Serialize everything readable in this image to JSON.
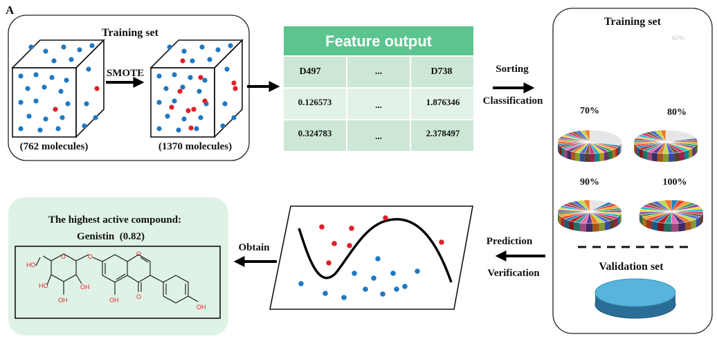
{
  "panel_label": "A",
  "training_box": {
    "title": "Training set",
    "smote_label": "SMOTE",
    "before_count": "(762 molecules)",
    "after_count": "(1370 molecules)"
  },
  "feature_table": {
    "title": "Feature output",
    "header": [
      "D497",
      "...",
      "D738"
    ],
    "rows": [
      [
        "0.126573",
        "...",
        "1.876346"
      ],
      [
        "0.324783",
        "...",
        "2.378497"
      ]
    ]
  },
  "arrow_labels": {
    "sorting": "Sorting",
    "classification": "Classification",
    "prediction": "Prediction",
    "verification": "Verification",
    "obtain": "Obtain"
  },
  "training_panel": {
    "title": "Training set",
    "faded_text": "60%",
    "pies": [
      {
        "label": "70%",
        "fraction": 0.7
      },
      {
        "label": "80%",
        "fraction": 0.8
      },
      {
        "label": "90%",
        "fraction": 0.9
      },
      {
        "label": "100%",
        "fraction": 1.0
      }
    ],
    "validation_label": "Validation set"
  },
  "compound": {
    "title": "The highest active compound:",
    "name": "Genistin  (0.82)",
    "atoms": {
      "ho": "HO",
      "o": "O",
      "oh": "OH"
    }
  },
  "colors": {
    "table_header": "#5cc48f",
    "table_cell_dark": "#cde7d5",
    "table_cell_light": "#e3f2e7",
    "compound_bg": "#dff2e6",
    "blue_dot": "#1f78c1",
    "red_dot": "#e0202a",
    "validation": "#56b4dd",
    "atom_red": "#e0202a"
  },
  "pie_palette": [
    "#2a7fb8",
    "#e8442e",
    "#f4a12b",
    "#3aa35a",
    "#8e44ad",
    "#f0d43a",
    "#1fb5c9",
    "#d6336c",
    "#7d5a3c",
    "#4b6ad6",
    "#c0d94a",
    "#ef7a2a",
    "#5c3a93",
    "#e06bb4",
    "#2f9e8f",
    "#b22222"
  ]
}
